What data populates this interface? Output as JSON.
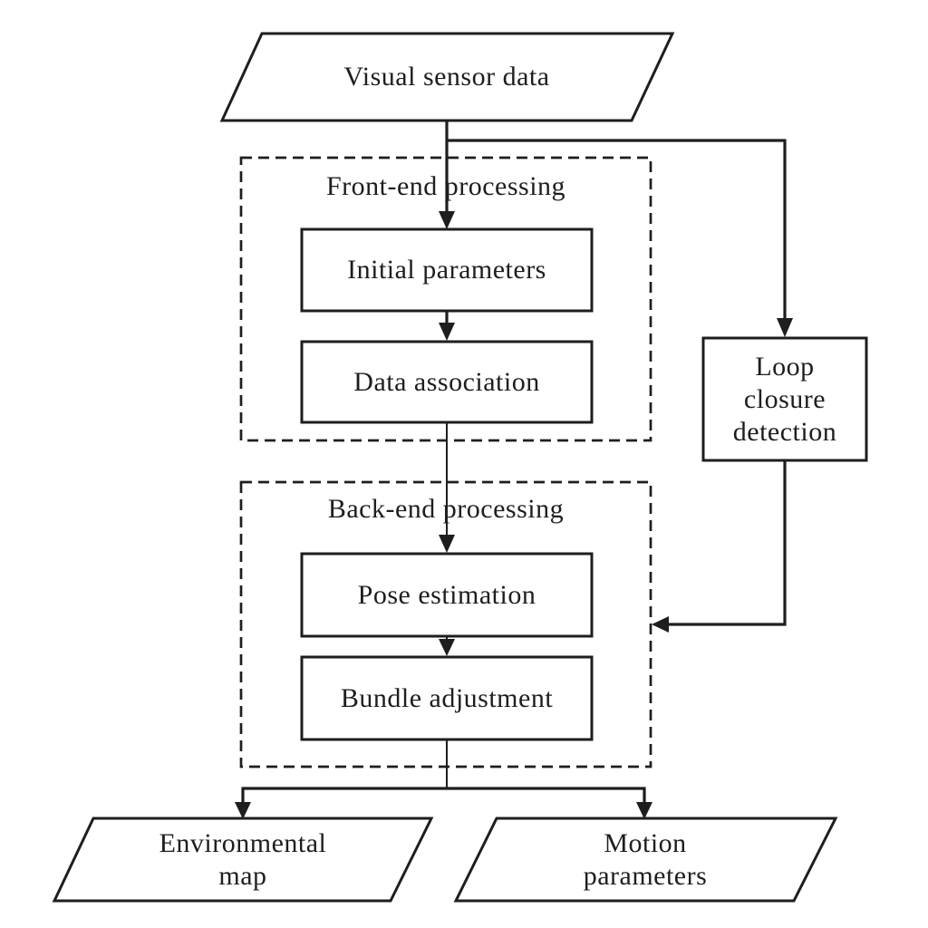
{
  "figure": {
    "background": "#ffffff",
    "ink_color": "#1e1e1e",
    "nodes": {
      "visual_sensor": {
        "label": "Visual sensor data",
        "shape": "parallelogram"
      },
      "front_end": {
        "label": "Front-end processing",
        "shape": "dashed-container"
      },
      "initial_parameters": {
        "label": "Initial parameters",
        "shape": "rectangle"
      },
      "data_association": {
        "label": "Data association",
        "shape": "rectangle"
      },
      "loop_closure": {
        "label": "Loop\nclosure\ndetection",
        "shape": "rectangle"
      },
      "back_end": {
        "label": "Back-end processing",
        "shape": "dashed-container"
      },
      "pose_estimation": {
        "label": "Pose estimation",
        "shape": "rectangle"
      },
      "bundle_adjustment": {
        "label": "Bundle adjustment",
        "shape": "rectangle"
      },
      "environmental_map": {
        "label": "Environmental\nmap",
        "shape": "parallelogram"
      },
      "motion_parameters": {
        "label": "Motion\nparameters",
        "shape": "parallelogram"
      }
    },
    "edges": [
      {
        "from": "visual_sensor",
        "to": "initial_parameters"
      },
      {
        "from": "visual_sensor",
        "to": "loop_closure"
      },
      {
        "from": "initial_parameters",
        "to": "data_association"
      },
      {
        "from": "data_association",
        "to": "pose_estimation"
      },
      {
        "from": "loop_closure",
        "to": "back_end"
      },
      {
        "from": "pose_estimation",
        "to": "bundle_adjustment"
      },
      {
        "from": "bundle_adjustment",
        "to": "environmental_map"
      },
      {
        "from": "bundle_adjustment",
        "to": "motion_parameters"
      }
    ]
  }
}
